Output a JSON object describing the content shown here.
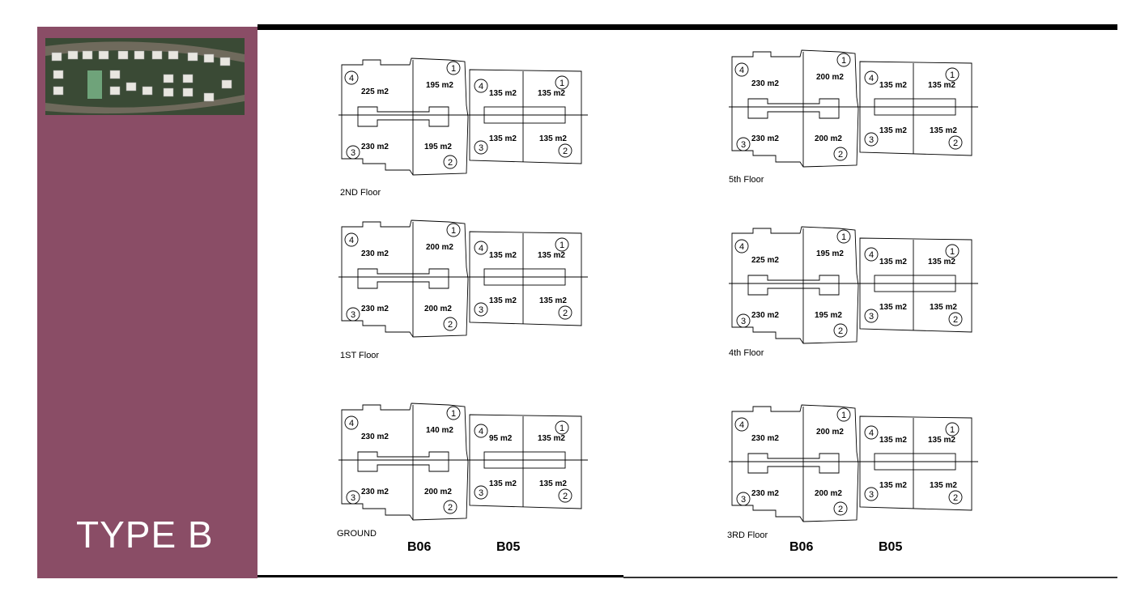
{
  "sidebar": {
    "title": "TYPE B"
  },
  "buildings": {
    "left": "B06",
    "right": "B05"
  },
  "plans": [
    {
      "id": "p2nd",
      "caption": "2ND Floor",
      "units": [
        {
          "num": "4",
          "area": "225 m2"
        },
        {
          "num": "1",
          "area": "195 m2"
        },
        {
          "num": "3",
          "area": "230 m2"
        },
        {
          "num": "2",
          "area": "195 m2"
        },
        {
          "num": "4",
          "area": "135 m2"
        },
        {
          "num": "1",
          "area": "135 m2"
        },
        {
          "num": "3",
          "area": "135 m2"
        },
        {
          "num": "2",
          "area": "135 m2"
        }
      ]
    },
    {
      "id": "p1st",
      "caption": "1ST Floor",
      "units": [
        {
          "num": "4",
          "area": "230 m2"
        },
        {
          "num": "1",
          "area": "200 m2"
        },
        {
          "num": "3",
          "area": "230 m2"
        },
        {
          "num": "2",
          "area": "200 m2"
        },
        {
          "num": "4",
          "area": "135 m2"
        },
        {
          "num": "1",
          "area": "135 m2"
        },
        {
          "num": "3",
          "area": "135 m2"
        },
        {
          "num": "2",
          "area": "135 m2"
        }
      ]
    },
    {
      "id": "pground",
      "caption": "GROUND",
      "units": [
        {
          "num": "4",
          "area": "230 m2"
        },
        {
          "num": "1",
          "area": "140 m2"
        },
        {
          "num": "3",
          "area": "230 m2"
        },
        {
          "num": "2",
          "area": "200 m2"
        },
        {
          "num": "4",
          "area": "95 m2"
        },
        {
          "num": "1",
          "area": "135 m2"
        },
        {
          "num": "3",
          "area": "135 m2"
        },
        {
          "num": "2",
          "area": "135 m2"
        }
      ]
    },
    {
      "id": "p5th",
      "caption": "5th Floor",
      "units": [
        {
          "num": "4",
          "area": "230 m2"
        },
        {
          "num": "1",
          "area": "200 m2"
        },
        {
          "num": "3",
          "area": "230 m2"
        },
        {
          "num": "2",
          "area": "200 m2"
        },
        {
          "num": "4",
          "area": "135 m2"
        },
        {
          "num": "1",
          "area": "135 m2"
        },
        {
          "num": "3",
          "area": "135 m2"
        },
        {
          "num": "2",
          "area": "135 m2"
        }
      ]
    },
    {
      "id": "p4th",
      "caption": "4th Floor",
      "units": [
        {
          "num": "4",
          "area": "225 m2"
        },
        {
          "num": "1",
          "area": "195 m2"
        },
        {
          "num": "3",
          "area": "230 m2"
        },
        {
          "num": "2",
          "area": "195 m2"
        },
        {
          "num": "4",
          "area": "135 m2"
        },
        {
          "num": "1",
          "area": "135 m2"
        },
        {
          "num": "3",
          "area": "135 m2"
        },
        {
          "num": "2",
          "area": "135 m2"
        }
      ]
    },
    {
      "id": "p3rd",
      "caption": "3RD Floor",
      "units": [
        {
          "num": "4",
          "area": "230 m2"
        },
        {
          "num": "1",
          "area": "200 m2"
        },
        {
          "num": "3",
          "area": "230 m2"
        },
        {
          "num": "2",
          "area": "200 m2"
        },
        {
          "num": "4",
          "area": "135 m2"
        },
        {
          "num": "1",
          "area": "135 m2"
        },
        {
          "num": "3",
          "area": "135 m2"
        },
        {
          "num": "2",
          "area": "135 m2"
        }
      ]
    }
  ]
}
